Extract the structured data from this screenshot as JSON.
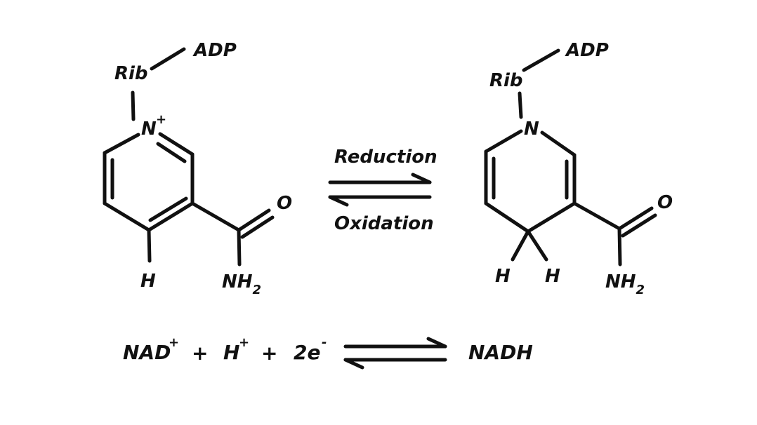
{
  "left_molecule": {
    "rib": "Rib",
    "adp": "ADP",
    "n": "N",
    "n_charge": "+",
    "h": "H",
    "o": "O",
    "nh": "NH",
    "nh_sub": "2"
  },
  "right_molecule": {
    "rib": "Rib",
    "adp": "ADP",
    "n": "N",
    "h1": "H",
    "h2": "H",
    "o": "O",
    "nh": "NH",
    "nh_sub": "2"
  },
  "reaction": {
    "forward": "Reduction",
    "reverse": "Oxidation"
  },
  "equation": {
    "nad": "NAD",
    "nad_charge": "+",
    "plus1": "+",
    "h": "H",
    "h_charge": "+",
    "plus2": "+",
    "electrons": "2e",
    "electron_charge": "-",
    "product": "NADH"
  }
}
